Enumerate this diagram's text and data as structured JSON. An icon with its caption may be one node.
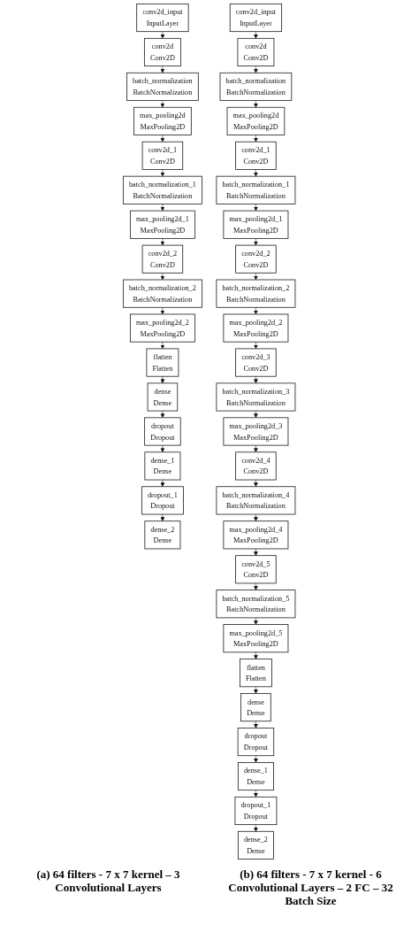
{
  "diagram": {
    "nodes": [
      {
        "text": [
          "conv2d_input",
          "InputLayer"
        ]
      },
      {
        "text": [
          "conv2d",
          "Conv2D"
        ]
      },
      {
        "text": [
          "batch_normalization",
          "BatchNormalization"
        ]
      },
      {
        "text": [
          "max_pooling2d",
          "MaxPooling2D"
        ]
      },
      {
        "text": [
          "conv2d_1",
          "Conv2D"
        ]
      },
      {
        "text": [
          "batch_normalization_1",
          "BatchNormalization"
        ]
      },
      {
        "text": [
          "max_pooling2d_1",
          "MaxPooling2D"
        ]
      },
      {
        "text": [
          "conv2d_2",
          "Conv2D"
        ]
      },
      {
        "text": [
          "batch_normalization_2",
          "BatchNormalization"
        ]
      },
      {
        "text": [
          "max_pooling2d_2",
          "MaxPooling2D"
        ]
      },
      {
        "text": [
          "flatten",
          "Flatten"
        ]
      },
      {
        "text": [
          "dense",
          "Dense"
        ]
      },
      {
        "text": [
          "dropout",
          "Dropout"
        ]
      },
      {
        "text": [
          "dense_1",
          "Dense"
        ]
      },
      {
        "text": [
          "dropout_1",
          "Dropout"
        ]
      },
      {
        "text": [
          "dense_2",
          "Dense"
        ]
      },
      {
        "text": [
          "conv2d_input",
          "InputLayer"
        ]
      },
      {
        "text": [
          "conv2d",
          "Conv2D"
        ]
      },
      {
        "text": [
          "batch_normalization",
          "BatchNormalization"
        ]
      },
      {
        "text": [
          "max_pooling2d",
          "MaxPooling2D"
        ]
      },
      {
        "text": [
          "conv2d_1",
          "Conv2D"
        ]
      },
      {
        "text": [
          "batch_normalization_1",
          "BatchNormalization"
        ]
      },
      {
        "text": [
          "max_pooling2d_1",
          "MaxPooling2D"
        ]
      },
      {
        "text": [
          "conv2d_2",
          "Conv2D"
        ]
      },
      {
        "text": [
          "batch_normalization_2",
          "BatchNormalization"
        ]
      },
      {
        "text": [
          "max_pooling2d_2",
          "MaxPooling2D"
        ]
      },
      {
        "text": [
          "conv2d_3",
          "Conv2D"
        ]
      },
      {
        "text": [
          "batch_normalization_3",
          "BatchNormalization"
        ]
      },
      {
        "text": [
          "max_pooling2d_3",
          "MaxPooling2D"
        ]
      },
      {
        "text": [
          "conv2d_4",
          "Conv2D"
        ]
      },
      {
        "text": [
          "batch_normalization_4",
          "BatchNormalization"
        ]
      },
      {
        "text": [
          "max_pooling2d_4",
          "MaxPooling2D"
        ]
      },
      {
        "text": [
          "conv2d_5",
          "Conv2D"
        ]
      },
      {
        "text": [
          "batch_normalization_5",
          "BatchNormalization"
        ]
      },
      {
        "text": [
          "max_pooling2d_5",
          "MaxPooling2D"
        ]
      },
      {
        "text": [
          "flatten",
          "Flatten"
        ]
      },
      {
        "text": [
          "dense",
          "Dense"
        ]
      },
      {
        "text": [
          "dropout",
          "Dropout"
        ]
      },
      {
        "text": [
          "dense_1",
          "Dense"
        ]
      },
      {
        "text": [
          "dropout_1",
          "Dropout"
        ]
      },
      {
        "text": [
          "dense_2",
          "Dense"
        ]
      }
    ],
    "edges": [
      {
        "from": 0,
        "to": 1,
        "arrow": "to"
      },
      {
        "from": 1,
        "to": 2,
        "arrow": "to"
      },
      {
        "from": 2,
        "to": 3,
        "arrow": "to"
      },
      {
        "from": 3,
        "to": 4,
        "arrow": "to"
      },
      {
        "from": 4,
        "to": 5,
        "arrow": "to"
      },
      {
        "from": 5,
        "to": 6,
        "arrow": "to"
      },
      {
        "from": 6,
        "to": 7,
        "arrow": "to"
      },
      {
        "from": 7,
        "to": 8,
        "arrow": "to"
      },
      {
        "from": 8,
        "to": 9,
        "arrow": "to"
      },
      {
        "from": 9,
        "to": 10,
        "arrow": "to"
      },
      {
        "from": 10,
        "to": 11,
        "arrow": "to"
      },
      {
        "from": 11,
        "to": 12,
        "arrow": "to"
      },
      {
        "from": 12,
        "to": 13,
        "arrow": "to"
      },
      {
        "from": 13,
        "to": 14,
        "arrow": "to"
      },
      {
        "from": 14,
        "to": 15,
        "arrow": "to"
      },
      {
        "from": 16,
        "to": 17,
        "arrow": "to"
      },
      {
        "from": 17,
        "to": 18,
        "arrow": "to"
      },
      {
        "from": 18,
        "to": 19,
        "arrow": "to"
      },
      {
        "from": 19,
        "to": 20,
        "arrow": "to"
      },
      {
        "from": 20,
        "to": 21,
        "arrow": "to"
      },
      {
        "from": 21,
        "to": 22,
        "arrow": "to"
      },
      {
        "from": 22,
        "to": 23,
        "arrow": "to"
      },
      {
        "from": 23,
        "to": 24,
        "arrow": "to"
      },
      {
        "from": 24,
        "to": 25,
        "arrow": "to"
      },
      {
        "from": 25,
        "to": 26,
        "arrow": "to"
      },
      {
        "from": 26,
        "to": 27,
        "arrow": "to"
      },
      {
        "from": 27,
        "to": 28,
        "arrow": "to"
      },
      {
        "from": 28,
        "to": 29,
        "arrow": "to"
      },
      {
        "from": 29,
        "to": 30,
        "arrow": "to"
      },
      {
        "from": 30,
        "to": 31,
        "arrow": "to"
      },
      {
        "from": 31,
        "to": 32,
        "arrow": "to"
      },
      {
        "from": 32,
        "to": 33,
        "arrow": "to"
      },
      {
        "from": 33,
        "to": 34,
        "arrow": "to"
      },
      {
        "from": 34,
        "to": 35,
        "arrow": "to"
      },
      {
        "from": 35,
        "to": 36,
        "arrow": "to"
      },
      {
        "from": 36,
        "to": 37,
        "arrow": "to"
      },
      {
        "from": 37,
        "to": 38,
        "arrow": "to"
      },
      {
        "from": 38,
        "to": 39,
        "arrow": "to"
      },
      {
        "from": 39,
        "to": 40,
        "arrow": "to"
      }
    ],
    "labels": [
      "(a) 64 filters - 7 x 7 kernel – 3 Convolutional Layers",
      "(b) 64 filters - 7 x 7 kernel - 6 Convolutional Layers – 2 FC – 32 Batch Size"
    ]
  }
}
